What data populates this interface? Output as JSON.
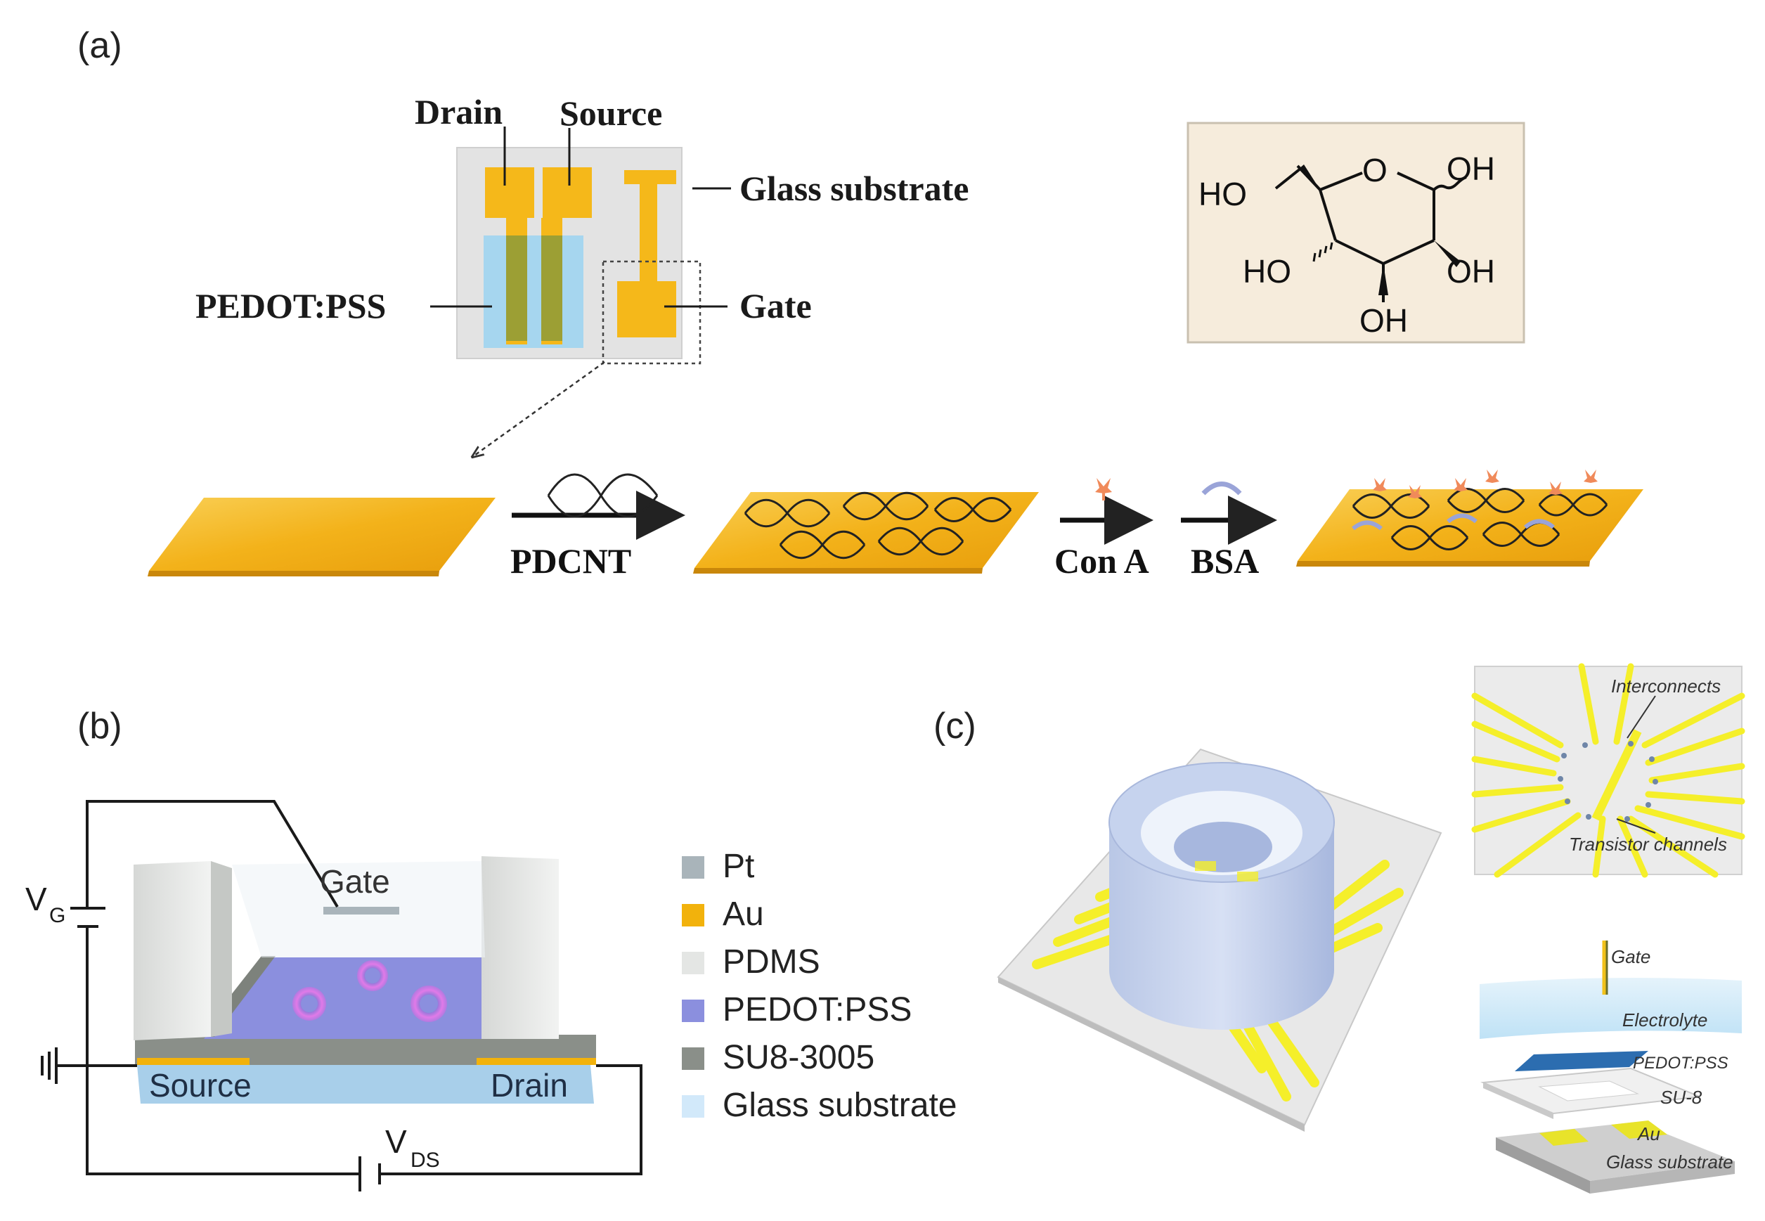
{
  "panel_labels": {
    "a": "(a)",
    "b": "(b)",
    "c": "(c)"
  },
  "panel_a": {
    "drain": "Drain",
    "source": "Source",
    "glass_substrate": "Glass substrate",
    "pedot_pss": "PEDOT:PSS",
    "gate": "Gate",
    "molecule": {
      "ho_left": "HO",
      "ring_o": "O",
      "oh_right": "OH",
      "ho_mid": "HO",
      "oh_mid": "OH",
      "oh_bottom": "OH"
    },
    "steps": {
      "pdcnt": "PDCNT",
      "con_a": "Con A",
      "bsa": "BSA"
    }
  },
  "panel_b": {
    "gate": "Gate",
    "vg_main": "V",
    "vg_sub": "G",
    "vds_main": "V",
    "vds_sub": "DS",
    "source": "Source",
    "drain": "Drain",
    "legend": [
      {
        "label": "Pt",
        "color": "#a9b4ba"
      },
      {
        "label": "Au",
        "color": "#f2b20c"
      },
      {
        "label": "PDMS",
        "color": "#e4e6e4"
      },
      {
        "label": "PEDOT:PSS",
        "color": "#8b8fde"
      },
      {
        "label": "SU8-3005",
        "color": "#8a8f89"
      },
      {
        "label": "Glass substrate",
        "color": "#d2e9fa"
      }
    ]
  },
  "panel_c": {
    "interconnects": "Interconnects",
    "transistor_channels": "Transistor channels",
    "gate": "Gate",
    "electrolyte": "Electrolyte",
    "pedot_pss": "PEDOT:PSS",
    "su8": "SU-8",
    "au": "Au",
    "glass_substrate": "Glass substrate"
  },
  "colors": {
    "gold": "#f6b81c",
    "pedot_blue": "#a6d6ef",
    "chip_gray": "#e6e6e6",
    "bracket_bg": "#f6ecdc",
    "trace_yellow": "#f5ef2a"
  }
}
